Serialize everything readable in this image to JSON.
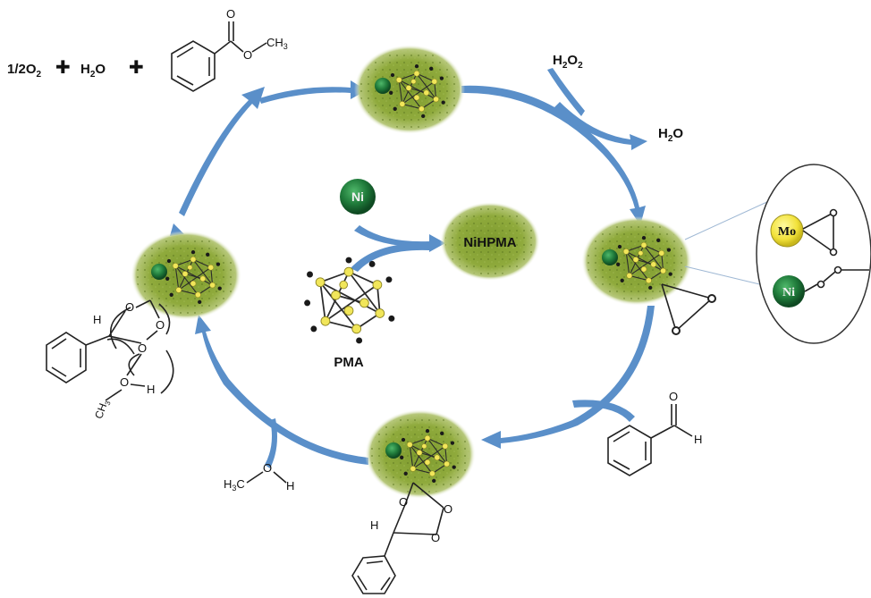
{
  "reactants": {
    "oxygen": "1/2O",
    "oxygen_sub": "2",
    "water": "H",
    "water_sub": "2",
    "water_end": "O",
    "plus": "✚"
  },
  "peroxide": {
    "main": "H",
    "sub1": "2",
    "mid": "O",
    "sub2": "2"
  },
  "water_out": {
    "main": "H",
    "sub": "2",
    "end": "O"
  },
  "center": {
    "ni": "Ni",
    "product": "NiHPMA",
    "pma": "PMA"
  },
  "inset": {
    "mo": "Mo",
    "ni": "Ni"
  },
  "ester": {
    "ch3": "CH",
    "ch3_sub": "3",
    "o": "O",
    "o2": "O"
  },
  "aldehyde": {
    "o": "O",
    "h": "H"
  },
  "methanol": {
    "h3c": "H",
    "h3c_sub": "3",
    "c": "C",
    "o": "O",
    "h": "H"
  },
  "intermediate_left": {
    "h": "H",
    "o1": "O",
    "o2": "O",
    "o3": "O",
    "o4": "O",
    "h2": "H",
    "ch3": "CH",
    "ch3_sub": "3"
  },
  "intermediate_bottom": {
    "h": "H",
    "o1": "O",
    "o2": "O",
    "o3": "O"
  },
  "colors": {
    "arrow": "#5a8fc9",
    "catalyst": "#8aa43a",
    "ni_sphere": "#1f7a3a",
    "mo_sphere": "#f2e23a"
  }
}
